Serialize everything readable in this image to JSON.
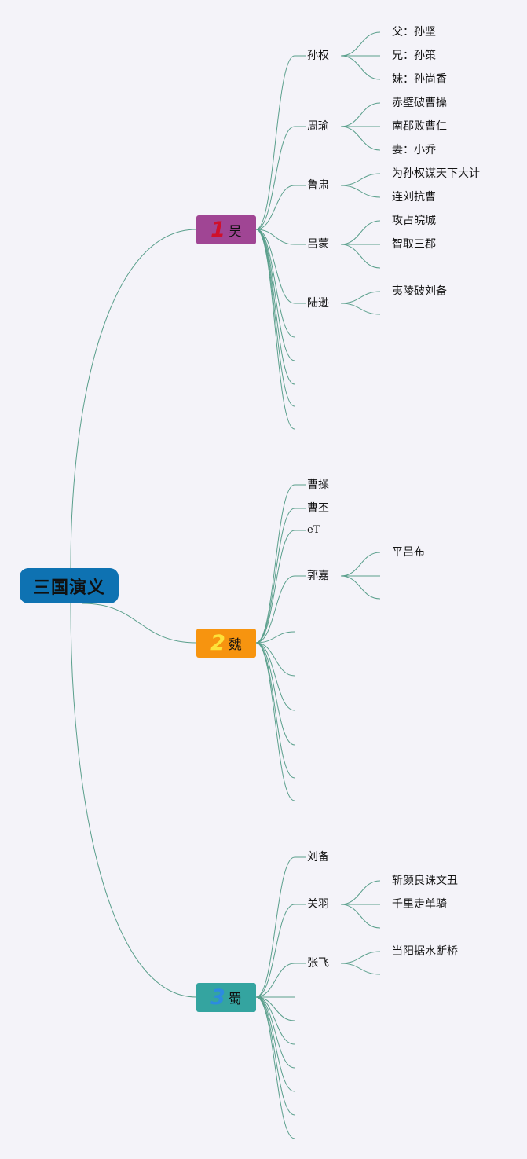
{
  "colors": {
    "line": "#5a9f8c",
    "root_bg": "#0e72b2"
  },
  "root": {
    "label": "三国演义"
  },
  "branches": [
    {
      "num": "1",
      "label": "吴",
      "color": "#a04594",
      "num_color": "#d0102c",
      "subs": [
        {
          "label": "孙权",
          "leaves": [
            "父：孙坚",
            "兄：孙策",
            "妹：孙尚香"
          ]
        },
        {
          "label": "周瑜",
          "leaves": [
            "赤壁破曹操",
            "南郡败曹仁",
            "妻：小乔"
          ]
        },
        {
          "label": "鲁肃",
          "leaves": [
            "为孙权谋天下大计",
            "连刘抗曹"
          ]
        },
        {
          "label": "吕蒙",
          "leaves": [
            "攻占皖城",
            "智取三郡",
            ""
          ]
        },
        {
          "label": "陆逊",
          "leaves": [
            "夷陵破刘备",
            ""
          ]
        },
        {
          "label": "",
          "leaves": []
        },
        {
          "label": "",
          "leaves": []
        },
        {
          "label": "",
          "leaves": []
        },
        {
          "label": "",
          "leaves": []
        },
        {
          "label": "",
          "leaves": []
        }
      ]
    },
    {
      "num": "2",
      "label": "魏",
      "color": "#f7940f",
      "num_color": "#fde23a",
      "subs": [
        {
          "label": "曹操",
          "leaves": []
        },
        {
          "label": "曹丕",
          "leaves": []
        },
        {
          "label": "eT",
          "leaves": []
        },
        {
          "label": "郭嘉",
          "leaves": [
            "平吕布",
            "",
            ""
          ]
        },
        {
          "label": "",
          "leaves": []
        },
        {
          "label": "",
          "leaves": []
        },
        {
          "label": "",
          "leaves": []
        },
        {
          "label": "",
          "leaves": []
        },
        {
          "label": "",
          "leaves": []
        },
        {
          "label": "",
          "leaves": []
        }
      ]
    },
    {
      "num": "3",
      "label": "蜀",
      "color": "#34a4a0",
      "num_color": "#2c8be0",
      "subs": [
        {
          "label": "刘备",
          "leaves": []
        },
        {
          "label": "关羽",
          "leaves": [
            "斩颜良诛文丑",
            "千里走单骑",
            ""
          ]
        },
        {
          "label": "张飞",
          "leaves": [
            "当阳据水断桥",
            ""
          ]
        },
        {
          "label": "",
          "leaves": []
        },
        {
          "label": "",
          "leaves": []
        },
        {
          "label": "",
          "leaves": []
        },
        {
          "label": "",
          "leaves": []
        },
        {
          "label": "",
          "leaves": []
        },
        {
          "label": "",
          "leaves": []
        },
        {
          "label": "",
          "leaves": []
        }
      ]
    }
  ]
}
